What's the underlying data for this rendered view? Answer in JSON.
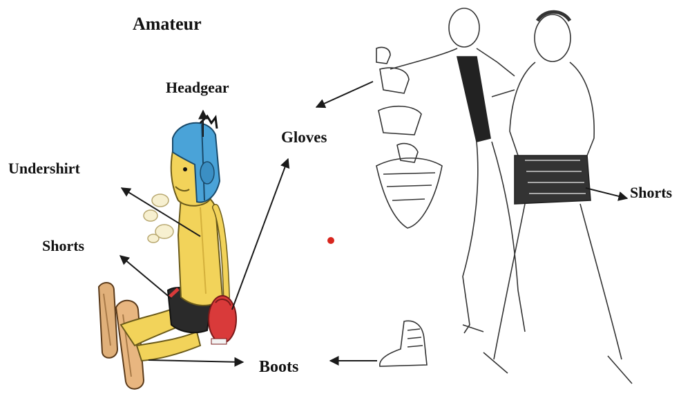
{
  "title": "Amateur",
  "labels": {
    "headgear": "Headgear",
    "gloves": "Gloves",
    "undershirt": "Undershirt",
    "shorts_left": "Shorts",
    "shorts_right": "Shorts",
    "boots": "Boots"
  },
  "colors": {
    "background": "#ffffff",
    "label_text": "#111111",
    "arrow": "#1a1a1a",
    "headgear_blue": "#4aa3d8",
    "undershirt_yellow": "#f2d35a",
    "glove_red": "#d93a3a",
    "shorts_dark": "#2a2a2a",
    "skin": "#e8c08a",
    "sketch_line": "#333333"
  },
  "figures": {
    "left": "cartoon-amateur-boxer",
    "right": "sketch-professional-boxers"
  }
}
